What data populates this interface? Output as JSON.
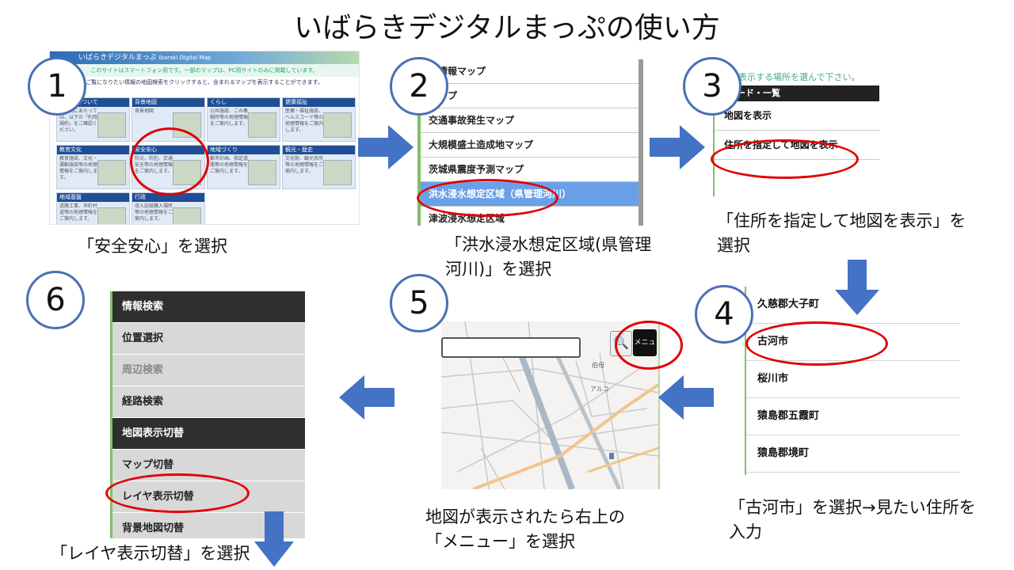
{
  "title": "いばらきデジタルまっぷの使い方",
  "step_numbers": [
    "1",
    "2",
    "3",
    "4",
    "5",
    "6"
  ],
  "captions": {
    "step1": "「安全安心」を選択",
    "step2_l1": "「洪水浸水想定区域(県管理",
    "step2_l2": "河川)」を選択",
    "step3_l1": "「住所を指定して地図を表示」を",
    "step3_l2": "選択",
    "step4_l1": "「古河市」を選択→見たい住所を",
    "step4_l2": "入力",
    "step5_l1": "地図が表示されたら右上の",
    "step5_l2": "「メニュー」を選択",
    "step6": "「レイヤ表示切替」を選択"
  },
  "screen1": {
    "header": "いばらきデジタルまっぷ",
    "subheader": "Ibaraki Digital Map",
    "info": "このサイトはスマートフォン用です。一部のマップは、PC用サイトのみに掲載しています。",
    "instruction": "ご覧になりたい情報の地図検索をクリックすると、含まれるマップを表示することができます。",
    "tiles": [
      {
        "head": "サイトについて",
        "body": "ご利用にあたっては、以下の「利用規約」をご確認ください。"
      },
      {
        "head": "背景地図",
        "body": "背景地図"
      },
      {
        "head": "くらし",
        "body": "公共施設、ごみ集積所等の地理情報をご案内します。"
      },
      {
        "head": "健康福祉",
        "body": "医療・福祉施設、ヘルスコード等の地理情報をご案内します。"
      },
      {
        "head": "教育文化",
        "body": "教育施設、文化・運動施設等の地理情報をご案内します。"
      },
      {
        "head": "安全安心",
        "body": "防災、防犯、交通安全等の地理情報をご案内します。"
      },
      {
        "head": "地域づくり",
        "body": "都市計画、指定道路等の地理情報をご案内します。"
      },
      {
        "head": "観光・歴史",
        "body": "文化財、観光名所等の地理情報をご案内します。"
      },
      {
        "head": "地域基盤",
        "body": "道路工事、市町村道等の地理情報をご案内します。"
      },
      {
        "head": "行政",
        "body": "収入証紙購入場所等の地理情報をご案内します。"
      }
    ]
  },
  "screen2": {
    "items": [
      "害情報マップ",
      "マップ",
      "交通事故発生マップ",
      "大規模盛土造成地マップ",
      "茨城県震度予測マップ",
      "洪水浸水想定区域（県管理河川）",
      "津波浸水想定区域"
    ],
    "highlight_index": 5
  },
  "screen3": {
    "hint": "表示する場所を選んで下さい。",
    "head": "ード・一覧",
    "items": [
      "地図を表示",
      "住所を指定して地図を表示"
    ]
  },
  "screen4": {
    "items": [
      "久慈郡大子町",
      "古河市",
      "桜川市",
      "猿島郡五霞町",
      "猿島郡境町"
    ]
  },
  "screen5": {
    "menu_label": "メニュー",
    "map_labels": [
      "伯母",
      "アルコ"
    ]
  },
  "screen6": {
    "items": [
      {
        "label": "情報検索",
        "style": "dark"
      },
      {
        "label": "位置選択",
        "style": "normal"
      },
      {
        "label": "周辺検索",
        "style": "dim"
      },
      {
        "label": "経路検索",
        "style": "normal"
      },
      {
        "label": "地図表示切替",
        "style": "dark"
      },
      {
        "label": "マップ切替",
        "style": "normal"
      },
      {
        "label": "レイヤ表示切替",
        "style": "normal"
      },
      {
        "label": "背景地図切替",
        "style": "normal"
      }
    ]
  },
  "colors": {
    "arrow": "#4472c4",
    "highlight_circle": "#e00000",
    "circle_border": "#4a6fb5"
  }
}
